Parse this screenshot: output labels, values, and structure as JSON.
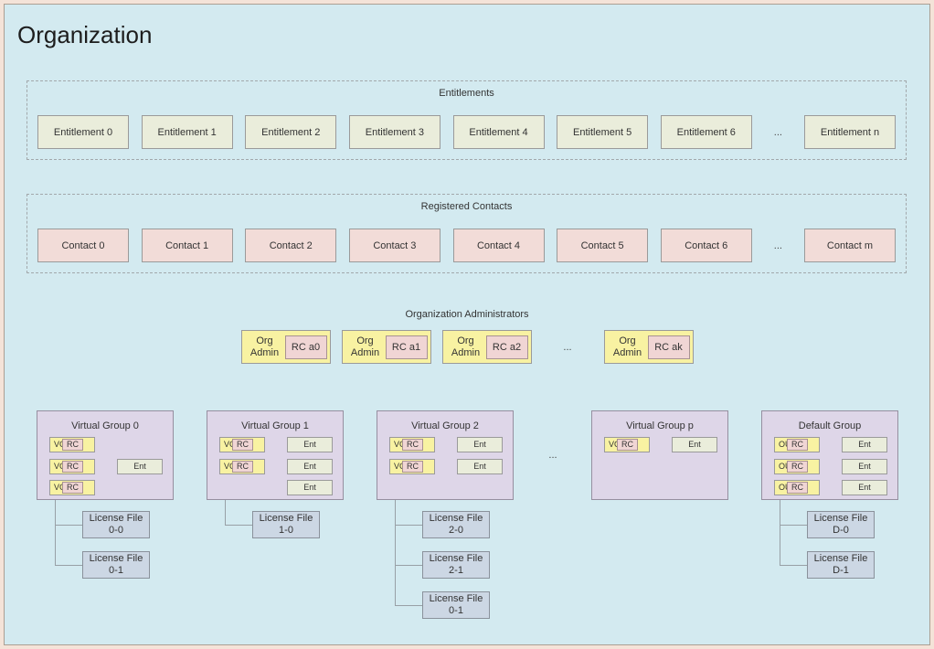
{
  "page": {
    "title": "Organization"
  },
  "entitlements": {
    "label": "Entitlements",
    "items": [
      "Entitlement 0",
      "Entitlement 1",
      "Entitlement 2",
      "Entitlement 3",
      "Entitlement 4",
      "Entitlement 5",
      "Entitlement 6",
      "...",
      "Entitlement n"
    ]
  },
  "contacts": {
    "label": "Registered Contacts",
    "items": [
      "Contact 0",
      "Contact 1",
      "Contact 2",
      "Contact 3",
      "Contact 4",
      "Contact 5",
      "Contact 6",
      "...",
      "Contact m"
    ]
  },
  "admins": {
    "label": "Organization Administrators",
    "role_label": "Org Admin",
    "items": [
      "RC a0",
      "RC a1",
      "RC a2",
      "...",
      "RC ak"
    ]
  },
  "groups": {
    "rc_label": "RC",
    "ent_label": "Ent",
    "license_label": "License File",
    "items": [
      {
        "title": "Virtual Group 0",
        "members": [
          "VGA",
          "VGU",
          "VGU"
        ],
        "ent_rows": [
          2
        ],
        "licenses": [
          "0-0",
          "0-1"
        ]
      },
      {
        "title": "Virtual Group 1",
        "members": [
          "VGA",
          "VGA"
        ],
        "ent_rows": [
          1,
          2,
          3
        ],
        "licenses": [
          "1-0"
        ]
      },
      {
        "title": "Virtual Group 2",
        "members": [
          "VGA",
          "VGU"
        ],
        "ent_rows": [
          1,
          2
        ],
        "licenses": [
          "2-0",
          "2-1",
          "0-1"
        ]
      },
      "...",
      {
        "title": "Virtual Group p",
        "members": [
          "VGA"
        ],
        "ent_rows": [
          1
        ],
        "licenses": []
      },
      {
        "title": "Default Group",
        "members": [
          "OU",
          "OU",
          "OU"
        ],
        "ent_rows": [
          1,
          2,
          3
        ],
        "licenses": [
          "D-0",
          "D-1"
        ]
      }
    ]
  },
  "colors": {
    "page_margin": "#f4e3d8",
    "canvas_bg": "#d3eaf0",
    "entitlement_fill": "#eaeddb",
    "contact_fill": "#f2dcd8",
    "admin_fill": "#f8f2a2",
    "rc_fill": "#f0d5d4",
    "group_fill": "#ded6e8",
    "license_fill": "#ccd7e4"
  }
}
